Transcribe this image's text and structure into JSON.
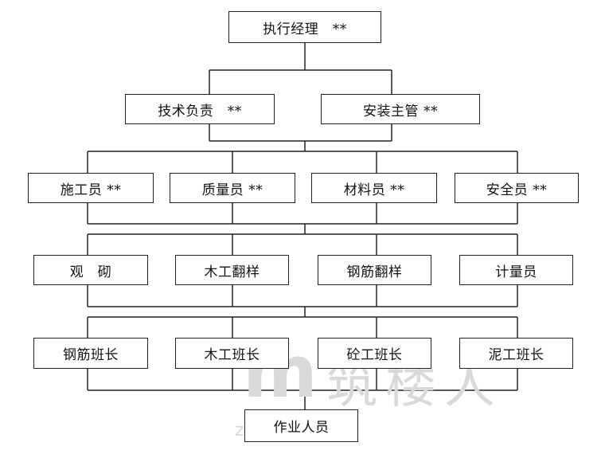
{
  "chart": {
    "executive": "执行经理　**",
    "tech_lead": "技术负责　**",
    "install_supervisor": "安装主管 **",
    "staff": [
      "施工员 **",
      "质量员 **",
      "材料员 **",
      "安全员 **"
    ],
    "specialists": [
      "观　砌",
      "木工翻样",
      "钢筋翻样",
      "计量员"
    ],
    "foremen": [
      "钢筋班长",
      "木工班长",
      "砼工班长",
      "泥工班长"
    ],
    "workers": "作业人员"
  },
  "watermark": {
    "brand": "筑楼人",
    "logo": "m",
    "url": "zhulouren"
  }
}
